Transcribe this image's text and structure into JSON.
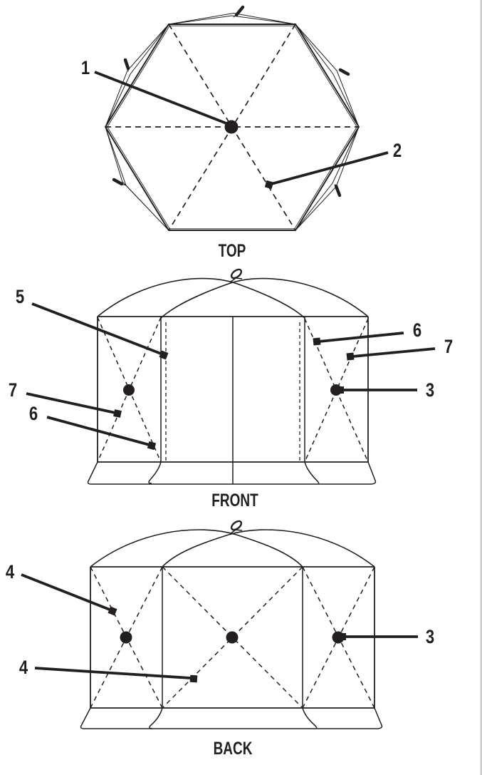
{
  "page": {
    "background": "#ffffff",
    "ink_color": "#231f20",
    "edge_shade_color": "#cccccc"
  },
  "views": {
    "top": {
      "title": "TOP",
      "callouts": {
        "hub": "1",
        "rib": "2"
      }
    },
    "front": {
      "title": "FRONT",
      "callouts": {
        "door_edge": "5",
        "corner_upper_right": "6",
        "brace_upper_right": "7",
        "hub_right": "3",
        "brace_left": "7",
        "corner_lower_left": "6"
      }
    },
    "back": {
      "title": "BACK",
      "callouts": {
        "brace_upper": "4",
        "brace_lower": "4",
        "hub_right": "3"
      }
    }
  }
}
